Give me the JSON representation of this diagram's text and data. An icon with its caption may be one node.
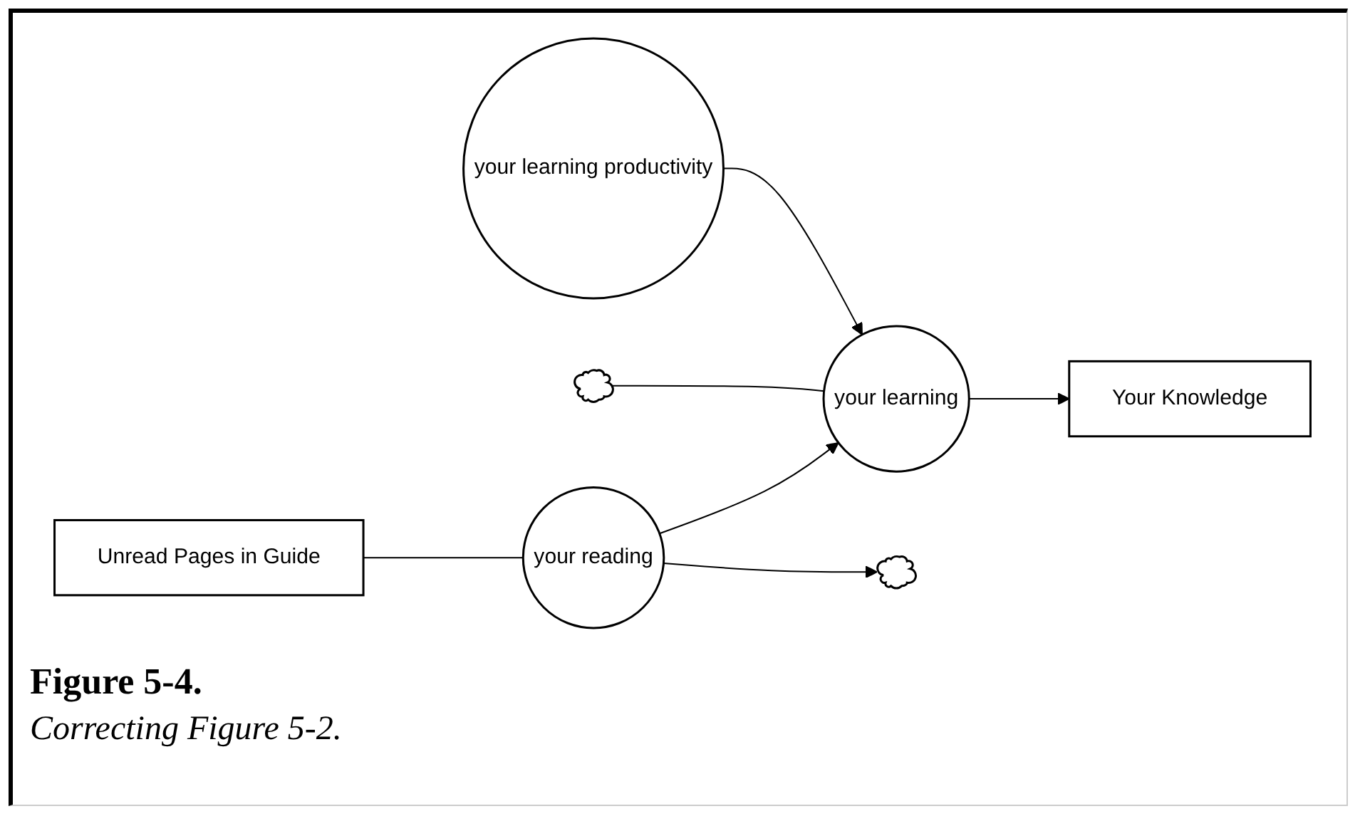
{
  "diagram": {
    "title": "Figure 5-4.",
    "caption": "Correcting Figure 5-2.",
    "nodes": [
      {
        "text": [
          "your learning productivity"
        ]
      },
      {
        "text": [],
        "shape": "cloud"
      },
      {
        "text": [
          "your learning"
        ]
      },
      {
        "text": [
          "Your Knowledge"
        ]
      },
      {
        "text": [
          "Unread Pages in Guide"
        ]
      },
      {
        "text": [
          "your reading"
        ]
      },
      {
        "text": [],
        "shape": "cloud"
      }
    ],
    "edges": [
      {
        "from": 0,
        "to": 2,
        "arrow": "to"
      },
      {
        "from": 1,
        "to": 2,
        "arrow": "none"
      },
      {
        "from": 2,
        "to": 3,
        "arrow": "to"
      },
      {
        "from": 5,
        "to": 2,
        "arrow": "to"
      },
      {
        "from": 4,
        "to": 5,
        "arrow": "none"
      },
      {
        "from": 5,
        "to": 6,
        "arrow": "to"
      }
    ]
  }
}
